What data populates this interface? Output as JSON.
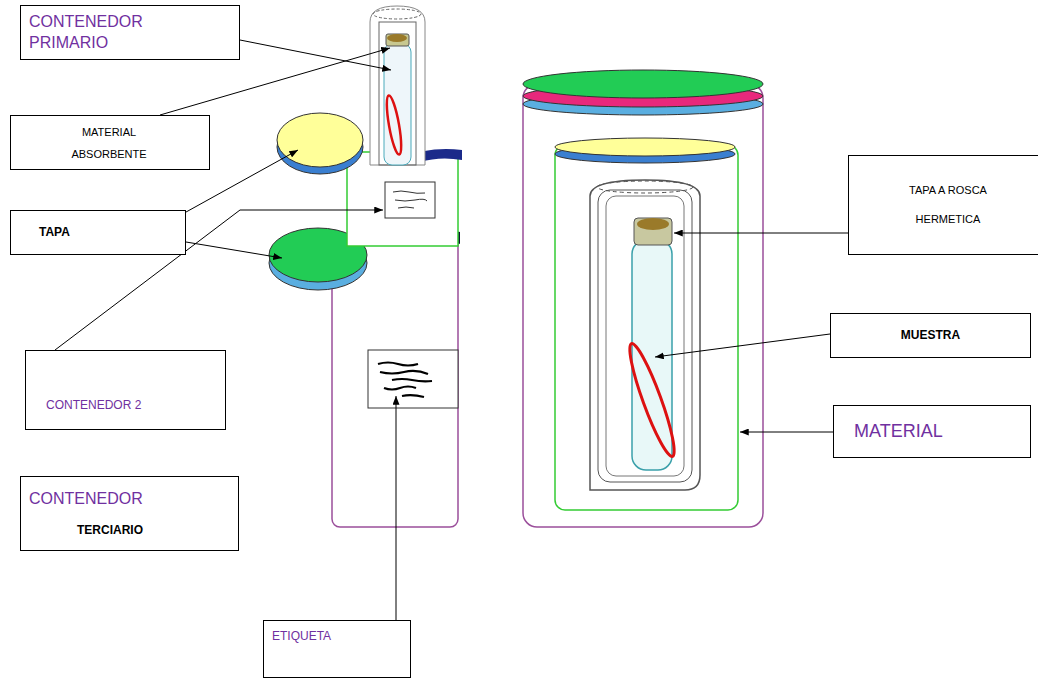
{
  "diagram": {
    "nodes": [
      {
        "text": [
          "CONTENEDOR PRIMARIO"
        ]
      },
      {
        "text": [
          "MATERIAL ABSORBENTE"
        ]
      },
      {
        "text": [
          "TAPA"
        ]
      },
      {
        "text": [
          "CONTENEDOR 2"
        ]
      },
      {
        "text": [
          "CONTENEDOR",
          "TERCIARIO"
        ]
      },
      {
        "text": [
          "ETIQUETA"
        ]
      },
      {
        "text": [
          "TAPA A ROSCA HERMETICA"
        ]
      },
      {
        "text": [
          "MUESTRA"
        ]
      },
      {
        "text": [
          "MATERIAL"
        ]
      }
    ]
  }
}
